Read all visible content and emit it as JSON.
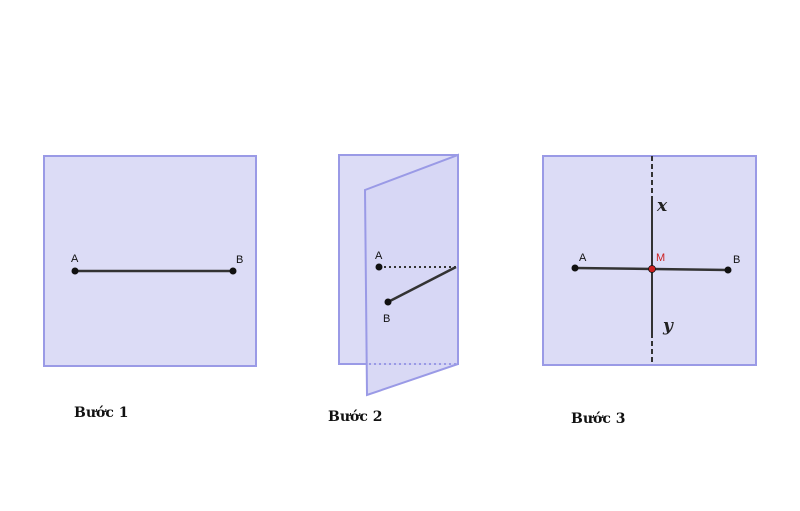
{
  "colors": {
    "panel_fill": "#dcdcf6",
    "panel_stroke": "#9a9ae6",
    "segment": "#333333",
    "midpoint": "#cc1f1f"
  },
  "step1": {
    "caption": "Bước 1",
    "point_a": "A",
    "point_b": "B"
  },
  "step2": {
    "caption": "Bước 2",
    "point_a": "A",
    "point_b": "B"
  },
  "step3": {
    "caption": "Bước 3",
    "point_a": "A",
    "point_b": "B",
    "point_m": "M",
    "axis_x": "x",
    "axis_y": "y"
  }
}
